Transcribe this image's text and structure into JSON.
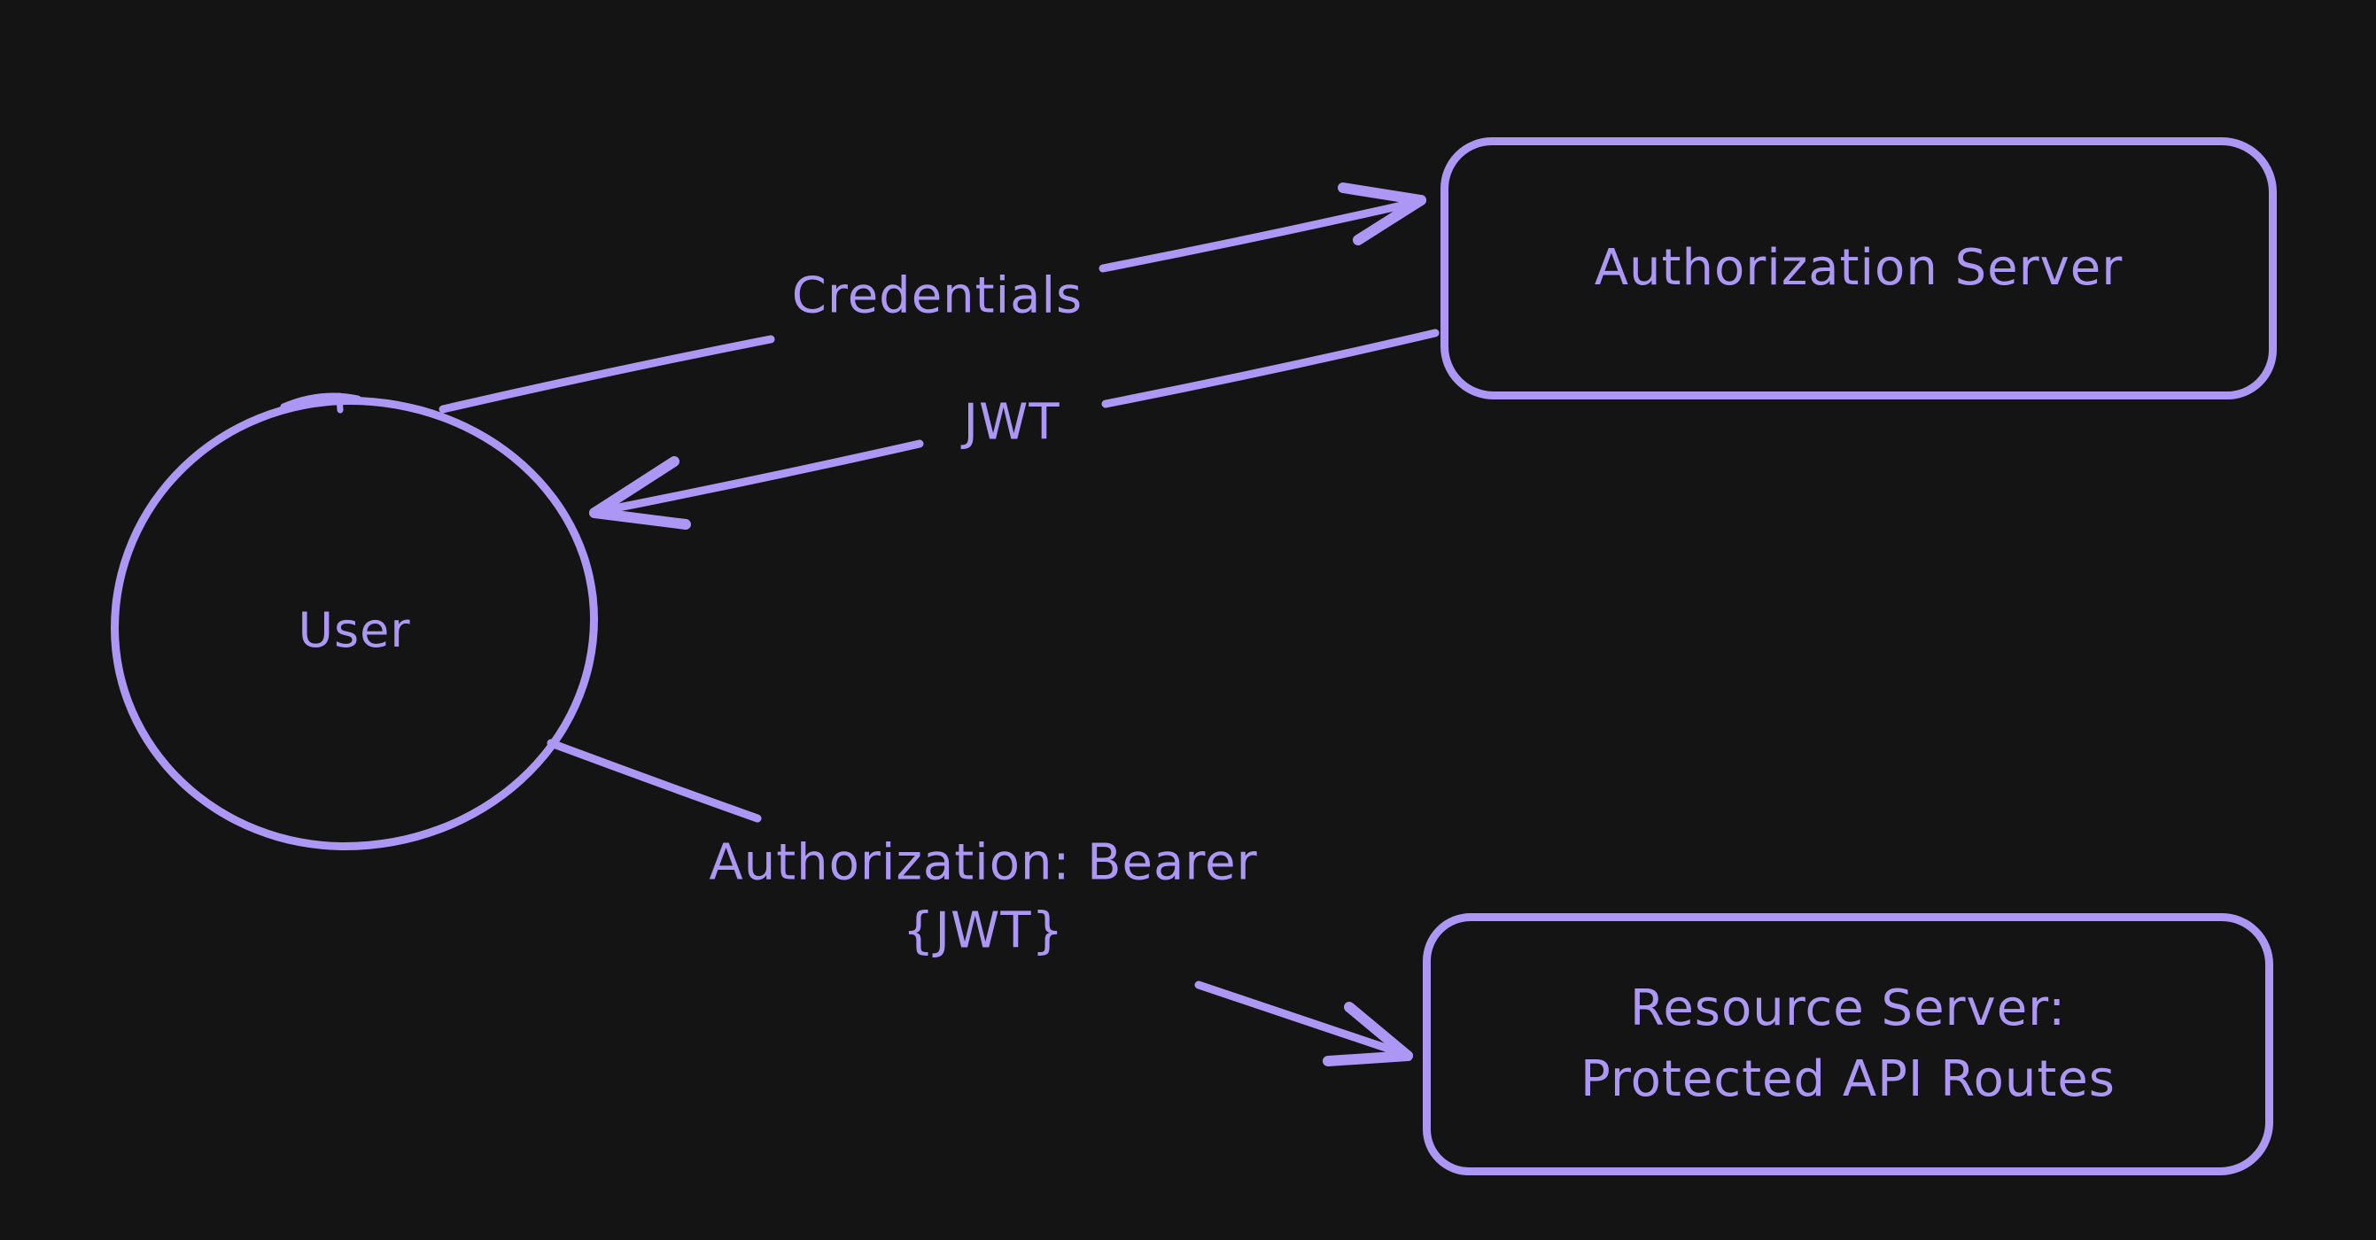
{
  "meta": {
    "diagram_type": "flow-diagram",
    "style": "hand-drawn"
  },
  "colors": {
    "background": "#141414",
    "accent": "#ad97f5"
  },
  "nodes": {
    "user": {
      "label": "User",
      "shape": "ellipse"
    },
    "authorization_server": {
      "label": "Authorization Server",
      "shape": "rounded-rectangle"
    },
    "resource_server": {
      "label_line1": "Resource Server:",
      "label_line2": "Protected API Routes",
      "shape": "rounded-rectangle"
    }
  },
  "edges": {
    "credentials": {
      "label": "Credentials",
      "from": "user",
      "to": "authorization_server",
      "direction": "right-up"
    },
    "jwt": {
      "label": "JWT",
      "from": "authorization_server",
      "to": "user",
      "direction": "left-down"
    },
    "bearer_token": {
      "label_line1": "Authorization: Bearer",
      "label_line2": "{JWT}",
      "from": "user",
      "to": "resource_server",
      "direction": "right-down"
    }
  }
}
